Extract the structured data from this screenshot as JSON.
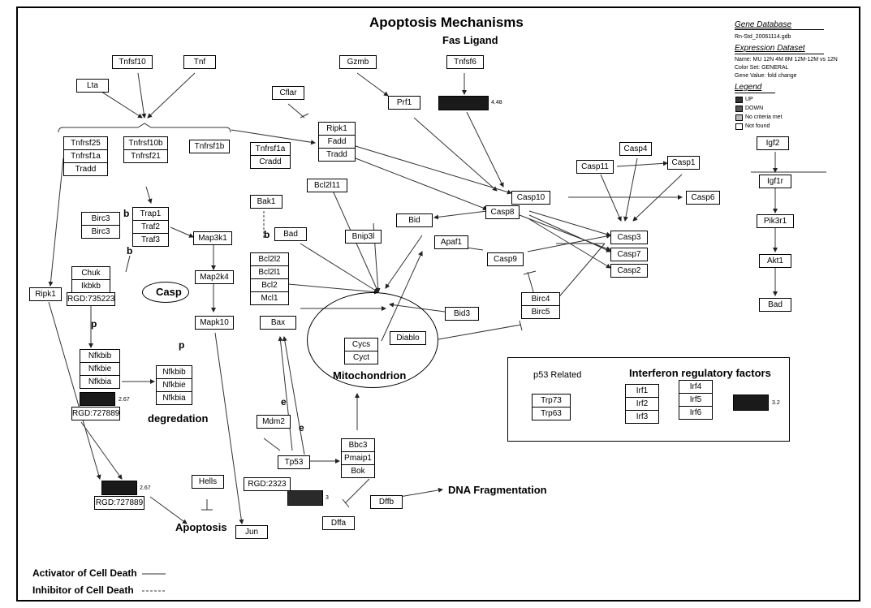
{
  "title": "Apoptosis Mechanisms",
  "fas_ligand": "Fas Ligand",
  "sidebar": {
    "gene_db_title": "Gene Database",
    "gene_db_value": "Rn-Std_20061114.gdb",
    "expr_title": "Expression Dataset",
    "expr_name": "Name: MU 12N 4M 8M 12M-12M vs 12N",
    "color_set": "Color Set: GENERAL",
    "gene_value": "Gene Value: fold change",
    "legend_title": "Legend",
    "legend": [
      {
        "label": "UP",
        "color": "#333333"
      },
      {
        "label": "DOWN",
        "color": "#555555"
      },
      {
        "label": "No criteria met",
        "color": "#bbbbbb"
      },
      {
        "label": "Not found",
        "color": "#ffffff"
      }
    ]
  },
  "genes": {
    "tnfsf10": "Tnfsf10",
    "tnf": "Tnf",
    "lta": "Lta",
    "gzmb": "Gzmb",
    "tnfsf6": "Tnfsf6",
    "cflar": "Cflar",
    "prf1": "Prf1",
    "tnfrsf25": "Tnfrsf25",
    "tnfrsf1a": "Tnfrsf1a",
    "tradd": "Tradd",
    "tnfrsf10b": "Tnfrsf10b",
    "tnfrsf21": "Tnfrsf21",
    "tnfrsf1b": "Tnfrsf1b",
    "ripk1": "Ripk1",
    "fadd": "Fadd",
    "tradd2": "Tradd",
    "tnfrsf1a2": "Tnfrsf1a",
    "cradd": "Cradd",
    "casp4": "Casp4",
    "casp11": "Casp11",
    "casp1": "Casp1",
    "igf2": "Igf2",
    "igf1r": "Igf1r",
    "pik3r1": "Pik3r1",
    "akt1": "Akt1",
    "bad_r": "Bad",
    "bcl2l11": "Bcl2l11",
    "casp10": "Casp10",
    "casp6": "Casp6",
    "bak1": "Bak1",
    "bid": "Bid",
    "casp8": "Casp8",
    "birc3a": "Birc3",
    "birc3b": "Birc3",
    "trap1": "Trap1",
    "traf2": "Traf2",
    "traf3": "Traf3",
    "map3k1": "Map3k1",
    "bad": "Bad",
    "bnip3l": "Bnip3l",
    "apaf1": "Apaf1",
    "casp3": "Casp3",
    "casp7": "Casp7",
    "casp2": "Casp2",
    "casp9": "Casp9",
    "chuk": "Chuk",
    "ikbkb": "Ikbkb",
    "rgd735223": "RGD:735223",
    "casp_oval": "Casp",
    "map2k4": "Map2k4",
    "bcl2l2": "Bcl2l2",
    "bcl2l1": "Bcl2l1",
    "bcl2": "Bcl2",
    "mcl1": "Mcl1",
    "ripk1_l": "Ripk1",
    "birc4": "Birc4",
    "birc5": "Birc5",
    "bid3": "Bid3",
    "mapk10": "Mapk10",
    "bax": "Bax",
    "diablo": "Diablo",
    "cycs": "Cycs",
    "cyct": "Cyct",
    "nfkbib": "Nfkbib",
    "nfkbie": "Nfkbie",
    "nfkbia": "Nfkbia",
    "nfkbib2": "Nfkbib",
    "nfkbie2": "Nfkbie",
    "nfkbia2": "Nfkbia",
    "rgd727889a": "RGD:727889",
    "mdm2": "Mdm2",
    "bbc3": "Bbc3",
    "pmaip1": "Pmaip1",
    "bok": "Bok",
    "tp53": "Tp53",
    "rgd2323": "RGD:2323",
    "rgd727889b": "RGD:727889",
    "hells": "Hells",
    "dffb": "Dffb",
    "dffa": "Dffa",
    "jun": "Jun",
    "trp73": "Trp73",
    "trp63": "Trp63",
    "irf1": "Irf1",
    "irf2": "Irf2",
    "irf3": "Irf3",
    "irf4": "Irf4",
    "irf5": "Irf5",
    "irf6": "Irf6"
  },
  "values": {
    "tnfsf6": "4.48",
    "nfkbia": "2.67",
    "rgd727889b": "2.67",
    "tp53": "3",
    "irf": "3.2"
  },
  "labels": {
    "mitochondrion": "Mitochondrion",
    "degredation": "degredation",
    "apoptosis": "Apoptosis",
    "dna_frag": "DNA Fragmentation",
    "p53_related": "p53 Related",
    "irf_title": "Interferon regulatory factors",
    "activator": "Activator of Cell Death",
    "inhibitor": "Inhibitor of Cell Death",
    "b1": "b",
    "b2": "b",
    "b3": "b",
    "p1": "p",
    "p2": "p",
    "e1": "e",
    "e2": "e"
  },
  "colors": {
    "up": "#1a1a1a",
    "line": "#333333"
  }
}
